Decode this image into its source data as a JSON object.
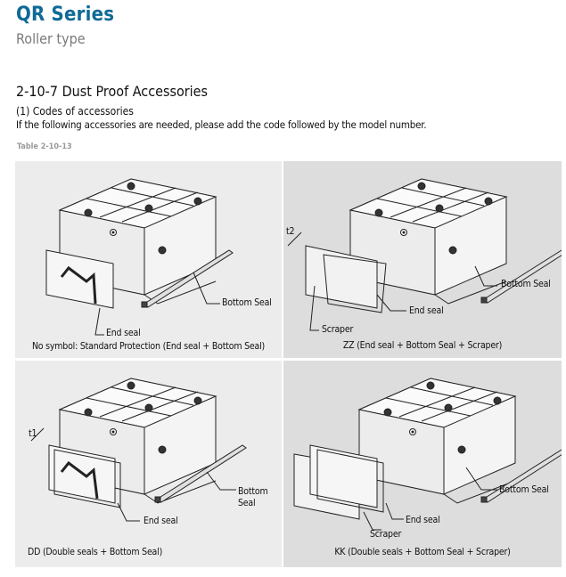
{
  "header": {
    "title": "QR Series",
    "subtitle": "Roller type"
  },
  "section": {
    "heading": "2-10-7 Dust Proof Accessories",
    "subheading": "(1) Codes of accessories",
    "description": "If the following accessories are needed, please add the code followed by the model number.",
    "table_label": "Table 2-10-13"
  },
  "panels": [
    {
      "caption": "No symbol: Standard Protection (End seal + Bottom Seal)",
      "labels": {
        "end_seal": "End seal",
        "bottom_seal": "Bottom Seal"
      }
    },
    {
      "caption": "ZZ (End seal + Bottom Seal + Scraper)",
      "labels": {
        "end_seal": "End seal",
        "bottom_seal": "Bottom Seal",
        "scraper": "Scraper",
        "thickness": "t2"
      }
    },
    {
      "caption": "DD (Double seals + Bottom Seal)",
      "labels": {
        "end_seal": "End seal",
        "bottom_seal_1": "Bottom",
        "bottom_seal_2": "Seal",
        "thickness": "t1"
      }
    },
    {
      "caption": "KK (Double seals + Bottom Seal + Scraper)",
      "labels": {
        "end_seal": "End seal",
        "bottom_seal": "Bottom Seal",
        "scraper": "Scraper"
      }
    }
  ]
}
